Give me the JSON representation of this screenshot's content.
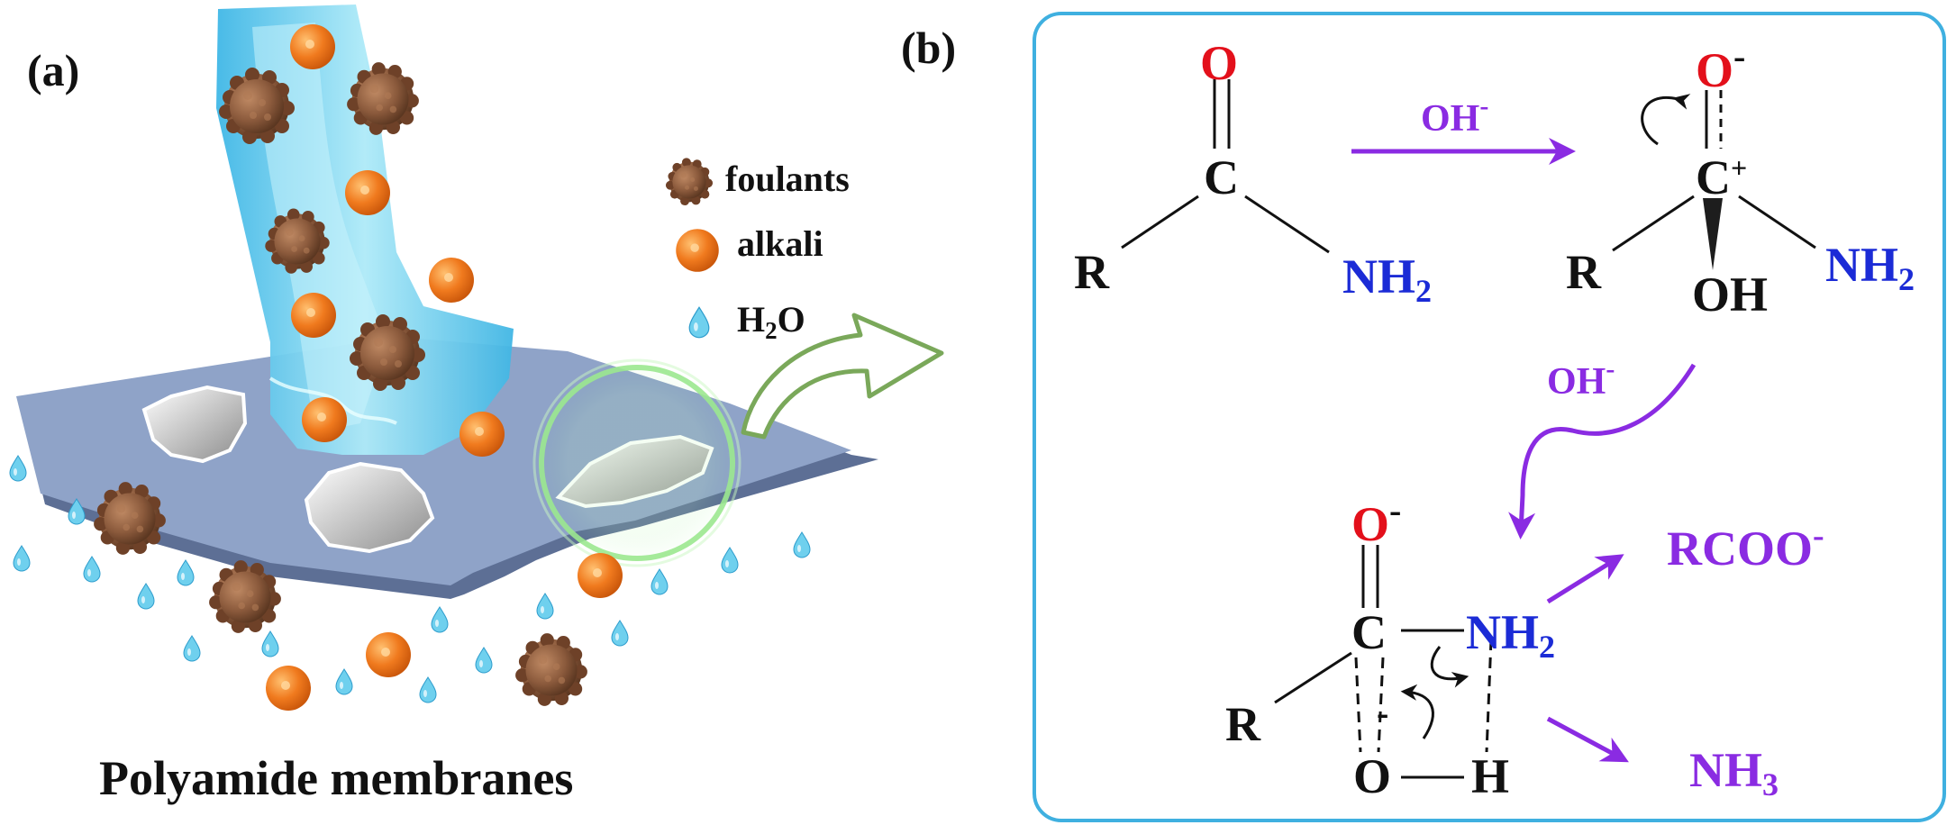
{
  "panel_a": {
    "label": "(a)",
    "caption": "Polyamide membranes",
    "legend": {
      "foulants": "foulants",
      "alkali": "alkali",
      "h2o_main": "H",
      "h2o_sub": "2",
      "h2o_tail": "O"
    }
  },
  "panel_b": {
    "label": "(b)",
    "amide": {
      "O": "O",
      "C": "C",
      "R": "R",
      "N": "NH",
      "N_sub": "2"
    },
    "step1": {
      "reagent": "OH",
      "charge": "-"
    },
    "intermediate": {
      "O": "O",
      "O_charge": "-",
      "C": "C",
      "C_charge": "+",
      "R": "R",
      "N": "NH",
      "N_sub": "2",
      "OH": "OH"
    },
    "step2": {
      "reagent": "OH",
      "charge": "-"
    },
    "tetrahedral": {
      "O": "O",
      "O_charge": "-",
      "C": "C",
      "R": "R",
      "N": "NH",
      "N_sub": "2",
      "Obridge": "O",
      "Obridge_charge": "-",
      "H": "H"
    },
    "products": {
      "p1": "RCOO",
      "p1_charge": "-",
      "p2": "NH",
      "p2_sub": "3"
    }
  },
  "colors": {
    "panel_border": "#3fb0e0",
    "oxygen": "#e3101b",
    "nitrogen": "#1b2bd6",
    "reaction": "#8a2be2",
    "membrane": "#8fa3c8",
    "water": "#6fd0ee",
    "alkali": "#f07a1e",
    "foulant": "#8b5a3c",
    "highlight": "#7fe07a",
    "pointer_arrow": "#7aa85a"
  }
}
